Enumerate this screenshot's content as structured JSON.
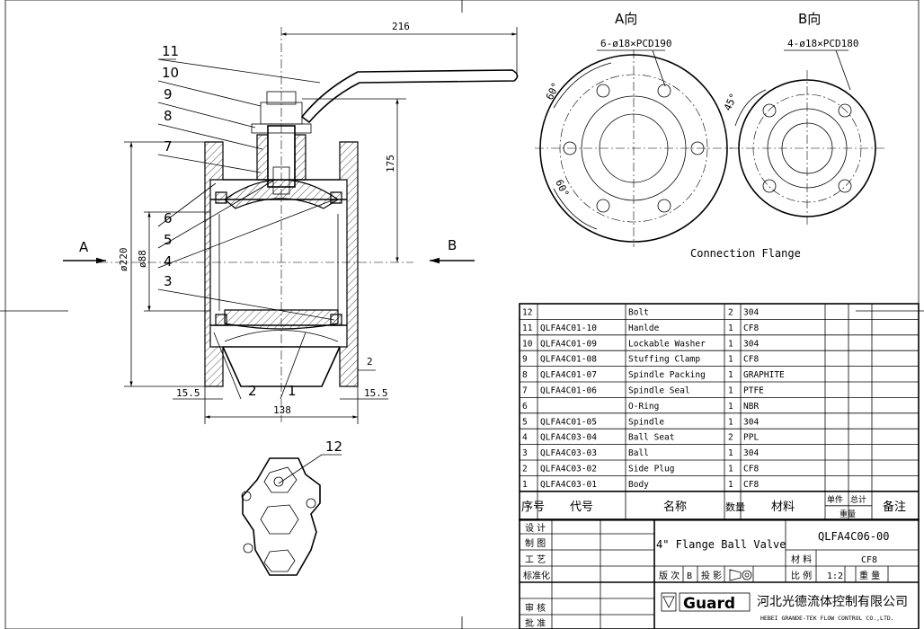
{
  "views": {
    "view_a_title": "A向",
    "view_b_title": "B向",
    "view_a_holes": "6-ø18×PCD190",
    "view_b_holes": "4-ø18×PCD180",
    "angle_60_top": "60°",
    "angle_60_bottom": "60°",
    "angle_45": "45°",
    "connection_flange": "Connection Flange"
  },
  "section": {
    "arrow_a": "A",
    "arrow_b": "B",
    "dim_216": "216",
    "dim_175": "175",
    "dim_220": "ø220",
    "dim_88": "ø88",
    "dim_138": "138",
    "dim_15_5_left": "15.5",
    "dim_15_5_right": "15.5",
    "dim_2": "2",
    "callouts": [
      "11",
      "10",
      "9",
      "8",
      "7",
      "6",
      "5",
      "4",
      "3",
      "2",
      "1"
    ],
    "callout_12": "12"
  },
  "bom": {
    "rows": [
      {
        "no": "12",
        "code": "",
        "name": "Bolt",
        "qty": "2",
        "material": "304"
      },
      {
        "no": "11",
        "code": "QLFA4C01-10",
        "name": "Hanlde",
        "qty": "1",
        "material": "CF8"
      },
      {
        "no": "10",
        "code": "QLFA4C01-09",
        "name": "Lockable Washer",
        "qty": "1",
        "material": "304"
      },
      {
        "no": "9",
        "code": "QLFA4C01-08",
        "name": "Stuffing Clamp",
        "qty": "1",
        "material": "CF8"
      },
      {
        "no": "8",
        "code": "QLFA4C01-07",
        "name": "Spindle Packing",
        "qty": "1",
        "material": "GRAPHITE"
      },
      {
        "no": "7",
        "code": "QLFA4C01-06",
        "name": "Spindle Seal",
        "qty": "1",
        "material": "PTFE"
      },
      {
        "no": "6",
        "code": "",
        "name": "O-Ring",
        "qty": "1",
        "material": "NBR"
      },
      {
        "no": "5",
        "code": "QLFA4C01-05",
        "name": "Spindle",
        "qty": "1",
        "material": "304"
      },
      {
        "no": "4",
        "code": "QLFA4C03-04",
        "name": "Ball Seat",
        "qty": "2",
        "material": "PPL"
      },
      {
        "no": "3",
        "code": "QLFA4C03-03",
        "name": "Ball",
        "qty": "1",
        "material": "304"
      },
      {
        "no": "2",
        "code": "QLFA4C03-02",
        "name": "Side Plug",
        "qty": "1",
        "material": "CF8"
      },
      {
        "no": "1",
        "code": "QLFA4C03-01",
        "name": "Body",
        "qty": "1",
        "material": "CF8"
      }
    ],
    "headers": {
      "no": "序号",
      "code": "代号",
      "name": "名称",
      "qty": "数量",
      "material": "材料",
      "unit": "单件",
      "total": "总计",
      "weight": "重量",
      "remark": "备注"
    }
  },
  "title_block": {
    "design": "设 计",
    "draw": "制 图",
    "process": "工 艺",
    "standard": "标准化",
    "review": "审 核",
    "approve": "批 准",
    "part_name": "4\"  Flange Ball Valve",
    "drawing_no": "QLFA4C06-00",
    "material_label": "材 料",
    "material_value": "CF8",
    "version_label": "版 次",
    "version_value": "B",
    "projection_label": "投 影",
    "scale_label": "比 例",
    "scale_value": "1:2",
    "weight_label": "重 量",
    "logo": "Guard",
    "company_cn": "河北光德流体控制有限公司",
    "company_en": "HEBEI GRANDE-TEK FLOW CONTROL CO.,LTD."
  }
}
